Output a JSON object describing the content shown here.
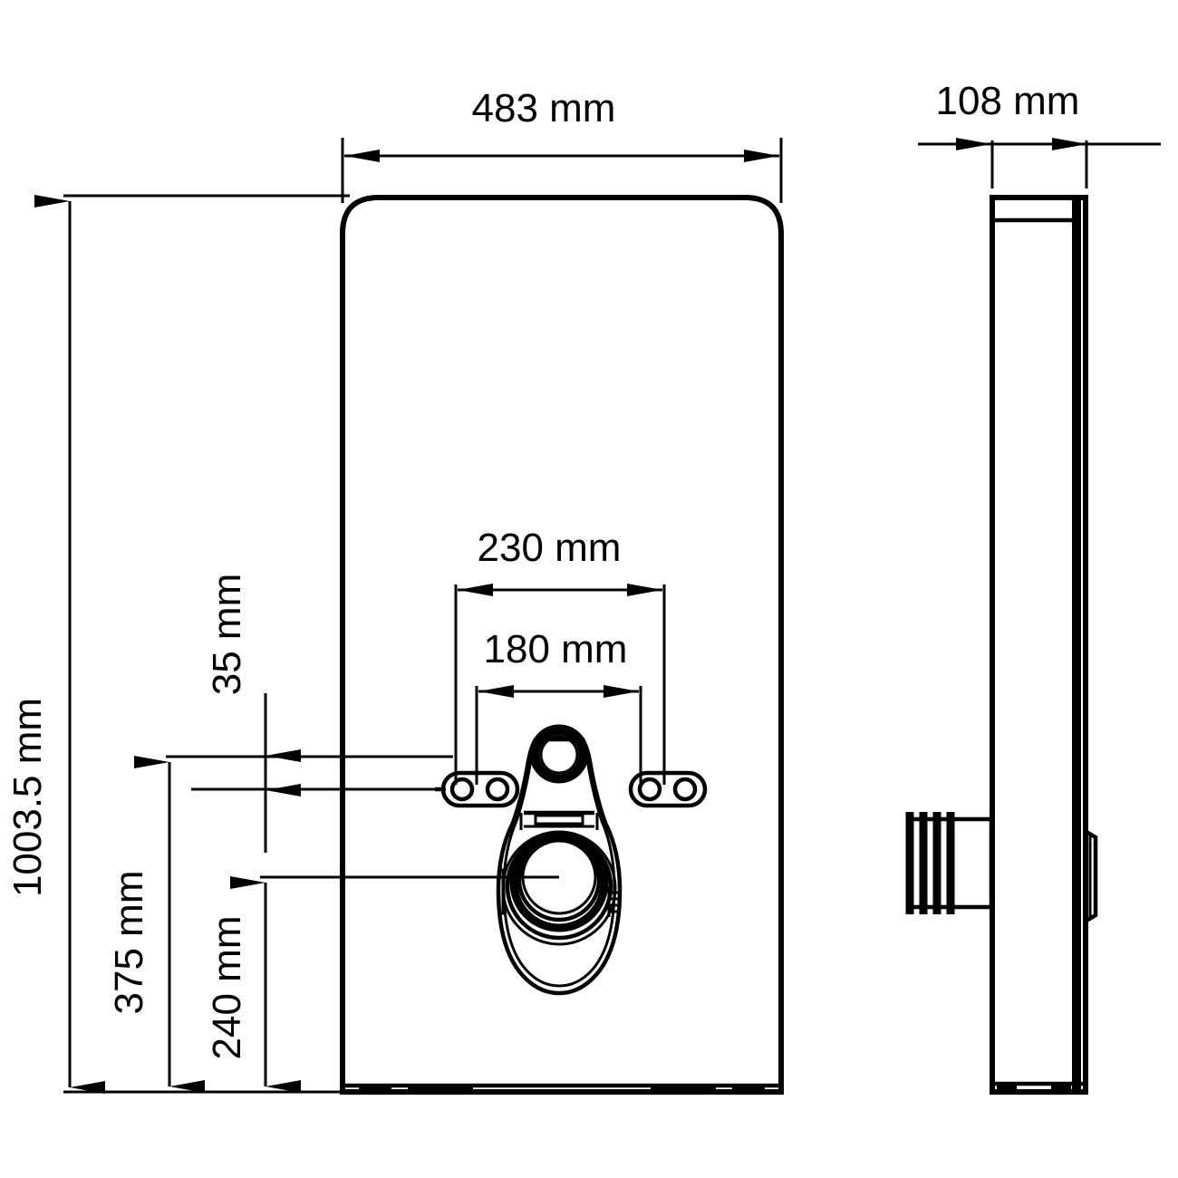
{
  "drawing": {
    "type": "technical-dimension-drawing",
    "subject": "Wall-hung sanitary module / concealed cistern panel",
    "units": "mm",
    "background_color": "#ffffff",
    "line_color": "#000000",
    "views": [
      {
        "name": "front-view",
        "label": ""
      },
      {
        "name": "side-view",
        "label": ""
      }
    ]
  },
  "dimensions": {
    "width_overall": "483 mm",
    "height_overall": "1003.5 mm",
    "depth_overall": "108 mm",
    "outer_bolt_spacing": "230 mm",
    "inner_bolt_spacing": "180 mm",
    "bolt_row_offset": "35 mm",
    "bolt_height_from_base": "375 mm",
    "waste_outlet_height_from_base": "240 mm"
  },
  "labels": {
    "width": "483 mm",
    "depth": "108 mm",
    "height": "1003.5 mm",
    "outer_spacing": "230 mm",
    "inner_spacing": "180 mm",
    "offset": "35 mm",
    "bolt_height": "375 mm",
    "outlet_height": "240 mm"
  },
  "features": {
    "front": {
      "panel": "rounded-rectangle glass panel",
      "upper_port": "water supply / flush connector circle",
      "lower_port": "waste outlet large circle",
      "mounting_plates": 2,
      "holes_per_plate": 2,
      "feet": 4
    },
    "side": {
      "spigot": "ribbed waste outlet spigot",
      "glass_layer": "front glass panel edge",
      "tab": "side connector tab"
    }
  }
}
